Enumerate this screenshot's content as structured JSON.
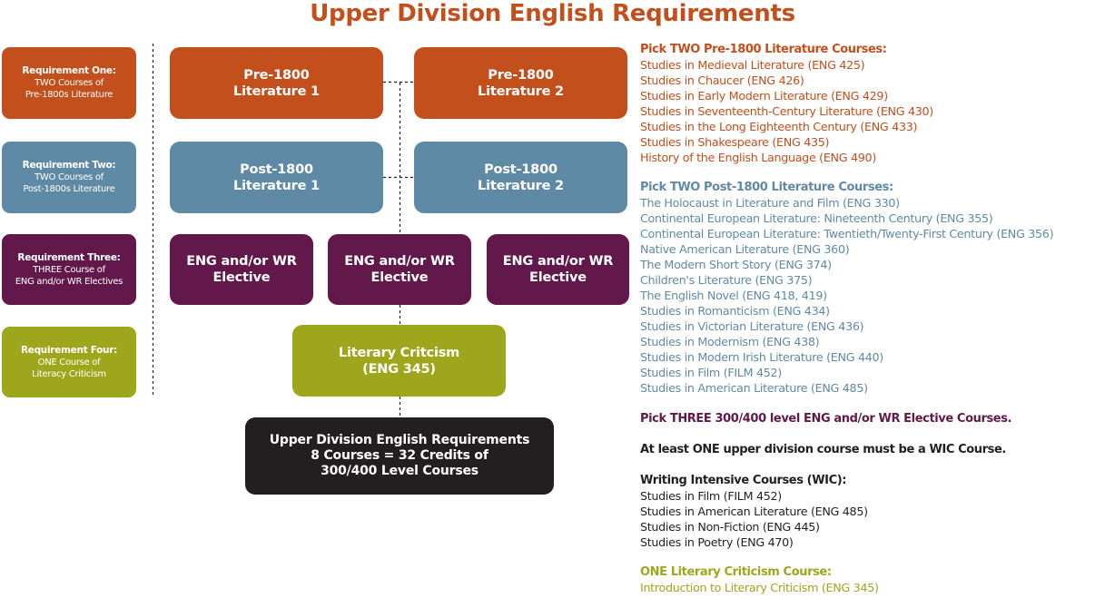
{
  "colors": {
    "orange": "#c24f1c",
    "blue": "#5f8aa6",
    "purple": "#62184a",
    "olive": "#9ea61b",
    "black": "#231f20",
    "connector": "#231f20"
  },
  "title": "Upper Division English Requirements",
  "requirements": [
    {
      "title": "Requirement One:",
      "line1": "TWO Courses of",
      "line2": "Pre-1800s Literature"
    },
    {
      "title": "Requirement Two:",
      "line1": "TWO Courses of",
      "line2": "Post-1800s Literature"
    },
    {
      "title": "Requirement Three:",
      "line1": "THREE Course of",
      "line2": "ENG and/or WR Electives"
    },
    {
      "title": "Requirement Four:",
      "line1": "ONE Course of",
      "line2": "Literacy Criticism"
    }
  ],
  "courses": {
    "pre1": {
      "line1": "Pre-1800",
      "line2": "Literature 1"
    },
    "pre2": {
      "line1": "Pre-1800",
      "line2": "Literature 2"
    },
    "post1": {
      "line1": "Post-1800",
      "line2": "Literature 1"
    },
    "post2": {
      "line1": "Post-1800",
      "line2": "Literature 2"
    },
    "elective1": {
      "line1": "ENG and/or WR",
      "line2": "Elective"
    },
    "elective2": {
      "line1": "ENG and/or WR",
      "line2": "Elective"
    },
    "elective3": {
      "line1": "ENG and/or WR",
      "line2": "Elective"
    },
    "criticism": {
      "line1": "Literary Critcism",
      "line2": "(ENG 345)"
    }
  },
  "final": {
    "line1": "Upper Division English Requirements",
    "line2": "8 Courses = 32 Credits of",
    "line3": "300/400 Level Courses"
  },
  "lists": {
    "pre1800": {
      "heading": "Pick TWO Pre-1800 Literature Courses:",
      "items": [
        "Studies in Medieval Literature (ENG 425)",
        "Studies in Chaucer (ENG 426)",
        "Studies in Early Modern Literature (ENG 429)",
        "Studies in Seventeenth-Century Literature (ENG 430)",
        "Studies in the Long Eighteenth Century (ENG 433)",
        "Studies in Shakespeare (ENG 435)",
        "History of the English Language (ENG 490)"
      ]
    },
    "post1800": {
      "heading": "Pick TWO Post-1800 Literature Courses:",
      "items": [
        "The Holocaust in Literature and Film (ENG 330)",
        "Continental European Literature: Nineteenth Century (ENG 355)",
        "Continental European Literature: Twentieth/Twenty-First Century (ENG 356)",
        "Native American Literature (ENG 360)",
        "The Modern Short Story (ENG 374)",
        "Children's Literature (ENG 375)",
        "The English Novel (ENG 418, 419)",
        "Studies in Romanticism (ENG 434)",
        "Studies in Victorian Literature (ENG 436)",
        "Studies in Modernism (ENG 438)",
        "Studies in Modern Irish Literature (ENG 440)",
        "Studies in Film (FILM 452)",
        "Studies in American Literature (ENG 485)"
      ]
    },
    "electives": {
      "heading": "Pick THREE 300/400 level ENG and/or WR Elective Courses."
    },
    "wic_note": {
      "heading": "At least ONE upper division course must be a WIC Course."
    },
    "wic": {
      "heading": "Writing Intensive Courses (WIC):",
      "items": [
        "Studies in Film (FILM 452)",
        "Studies in American Literature (ENG 485)",
        "Studies in Non-Fiction (ENG 445)",
        "Studies in Poetry (ENG 470)"
      ]
    },
    "criticism": {
      "heading": "ONE Literary Criticism Course:",
      "items": [
        "Introduction to Literary Criticism (ENG 345)"
      ]
    }
  }
}
